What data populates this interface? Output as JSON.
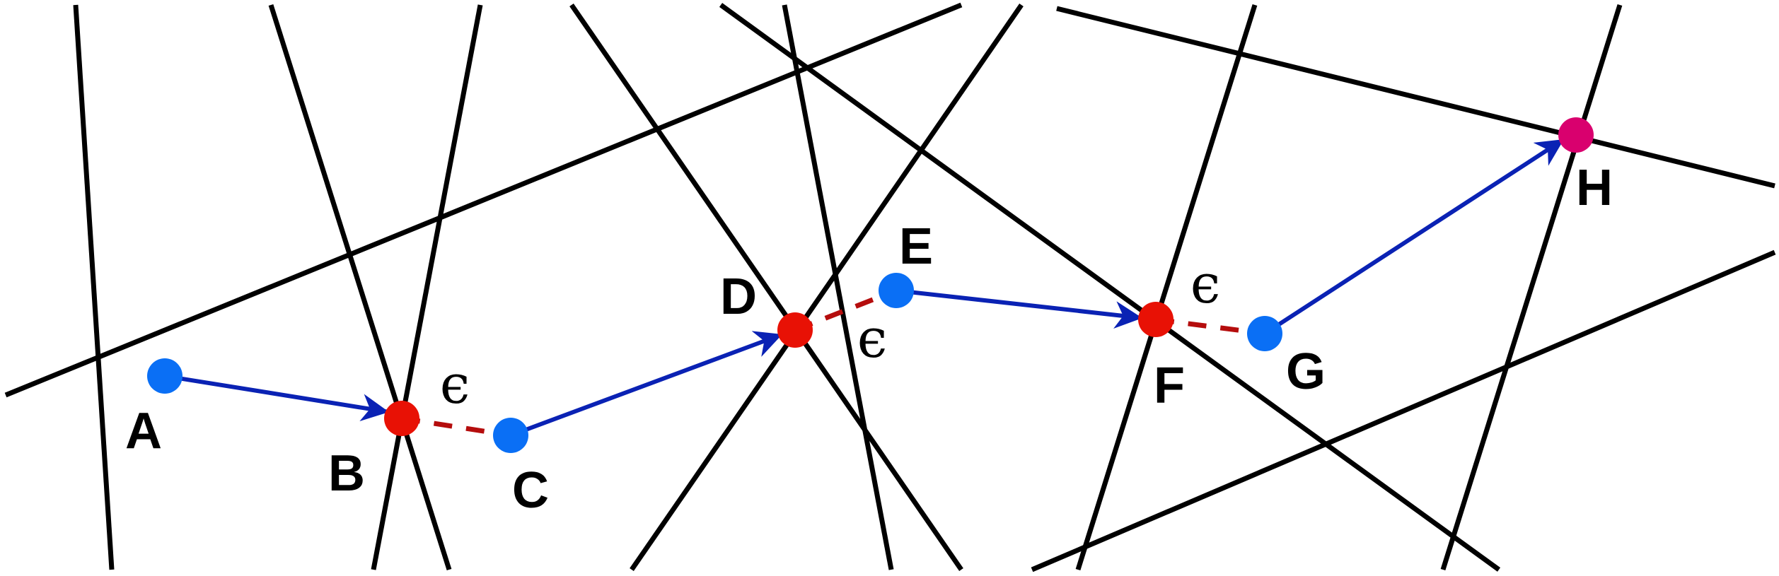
{
  "colors": {
    "line": "#000000",
    "arrow": "#0a22b4",
    "dashed": "#b50d0d",
    "iterate_point": "#0a6ff5",
    "projection_point": "#e81105",
    "solution_point": "#d9006e"
  },
  "labels": {
    "A": "A",
    "B": "B",
    "C": "C",
    "D": "D",
    "E": "E",
    "F": "F",
    "G": "G",
    "H": "H",
    "eps1": "ϵ",
    "eps2": "ϵ",
    "eps3": "ϵ"
  },
  "point_roles": {
    "A": "iterate_point",
    "B": "projection_point",
    "C": "iterate_point",
    "D": "projection_point",
    "E": "iterate_point",
    "F": "projection_point",
    "G": "iterate_point",
    "H": "solution_point"
  }
}
